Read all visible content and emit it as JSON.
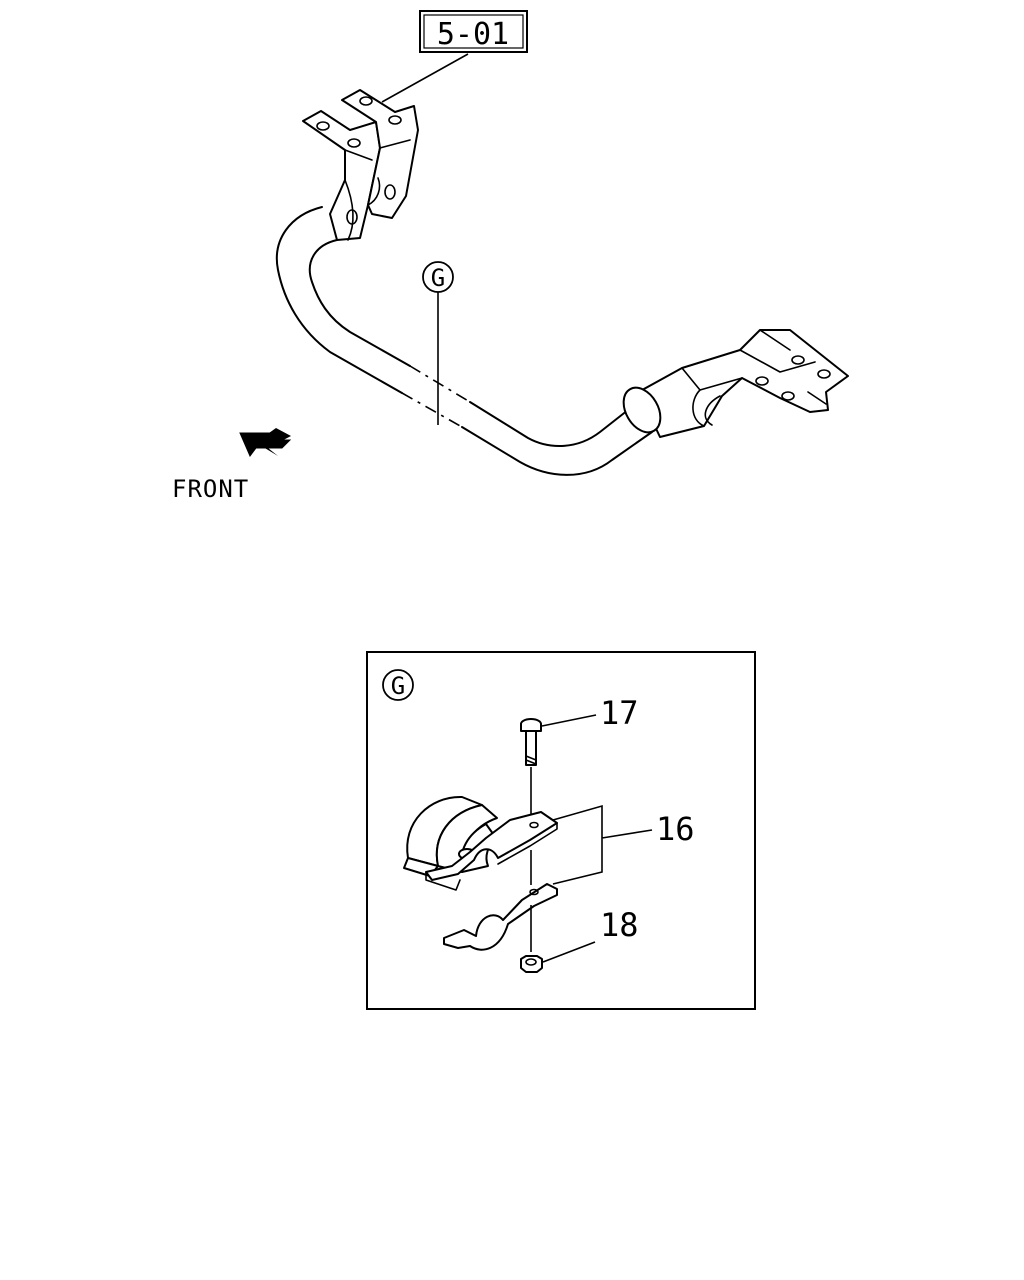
{
  "reference_box": {
    "label": "5-01"
  },
  "direction": {
    "label": "FRONT"
  },
  "detail_marker": {
    "letter": "G"
  },
  "detail_view": {
    "marker_letter": "G",
    "callouts": [
      {
        "number": "17",
        "part": "bolt"
      },
      {
        "number": "16",
        "part": "bushing-and-bracket"
      },
      {
        "number": "18",
        "part": "nut"
      }
    ]
  }
}
